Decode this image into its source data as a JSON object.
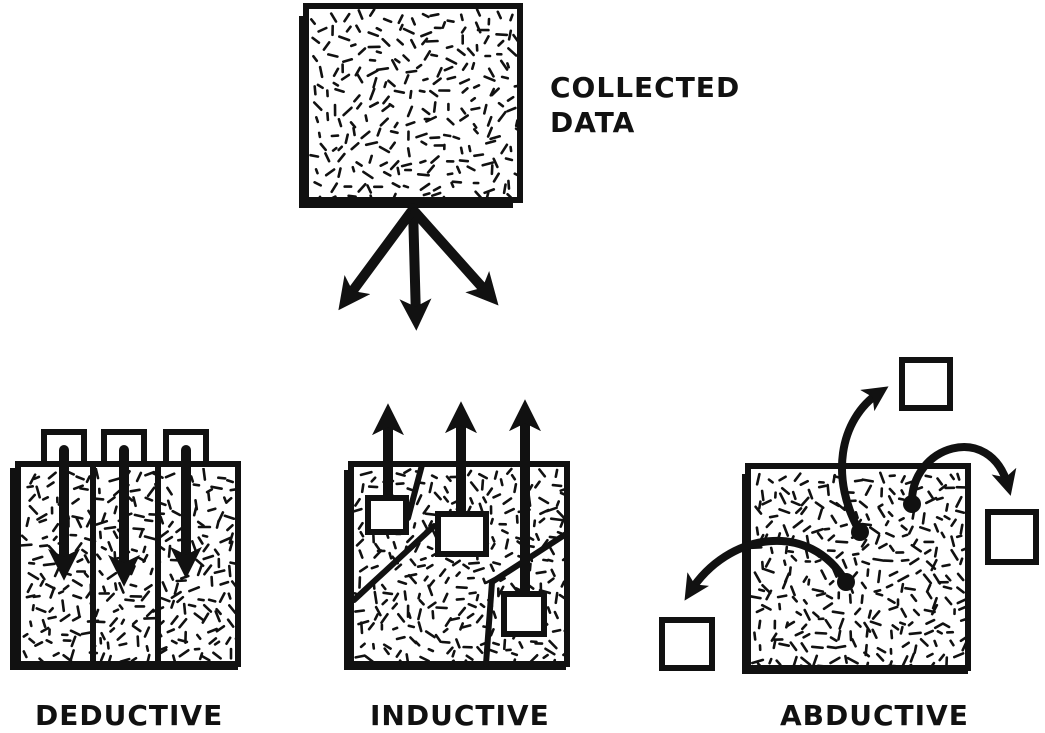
{
  "labels": {
    "collected_line1": "COLLECTED",
    "collected_line2": "DATA",
    "deductive": "DEDUCTIVE",
    "inductive": "INDUCTIVE",
    "abductive": "ABDUCTIVE"
  },
  "colors": {
    "ink": "#111111",
    "background": "#ffffff"
  }
}
